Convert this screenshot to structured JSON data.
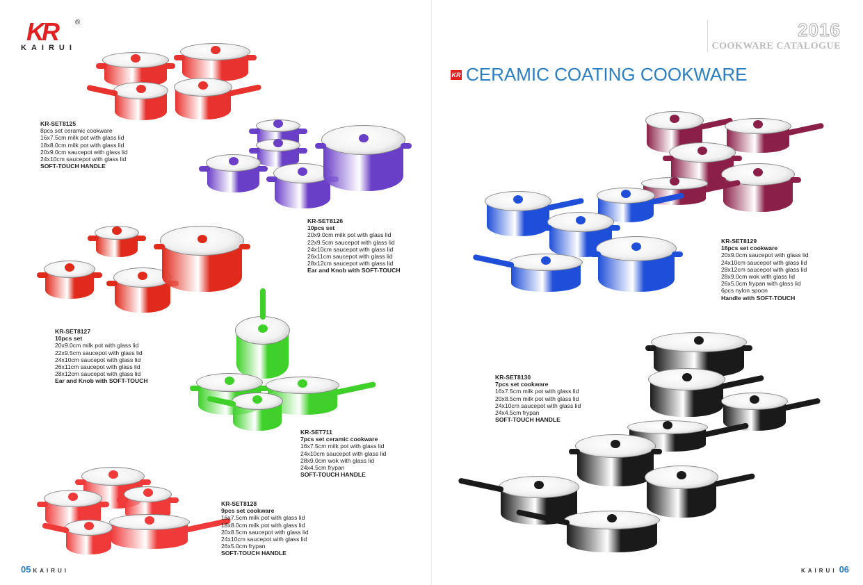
{
  "brand": {
    "mark": "KR",
    "registered": "®",
    "name": "KAIRUI"
  },
  "catalogue": {
    "year": "2016",
    "title": "COOKWARE CATALOGUE"
  },
  "section": {
    "icon": "KR",
    "title": "CERAMIC COATING COOKWARE"
  },
  "products": [
    {
      "code": "KR-SET8125",
      "lines": [
        "8pcs set ceramic cookware",
        "16x7.5cm milk pot with glass lid",
        "18x8.0cm milk pot with glass lid",
        "20x9.0cm saucepot with glass lid",
        "24x10cm saucepot with glass lid"
      ],
      "bold_note": "SOFT-TOUCH HANDLE",
      "color": "#e8322e"
    },
    {
      "code": "KR-SET8126",
      "subtitle": "10pcs set",
      "lines": [
        "20x9.0cm milk pot with glass lid",
        "22x9.5cm saucepot with glass lid",
        "24x10cm saucepot with glass lid",
        "26x11cm saucepot with glass lid",
        "28x12cm saucepot with glass lid"
      ],
      "bold_note": "Ear and Knob with SOFT-TOUCH",
      "color": "#6a3fc8"
    },
    {
      "code": "KR-SET8127",
      "subtitle": "10pcs set",
      "lines": [
        "20x9.0cm milk pot with glass lid",
        "22x9.5cm saucepot with glass lid",
        "24x10cm saucepot with glass lid",
        "26x11cm saucepot with glass lid",
        "28x12cm saucepot with glass lid"
      ],
      "bold_note": "Ear and Knob with SOFT-TOUCH",
      "color": "#e02a1c"
    },
    {
      "code": "KR-SET711",
      "subtitle": "7pcs set ceramic cookware",
      "lines": [
        "16x7.5cm milk pot with glass lid",
        "24x10cm saucepot with glass lid",
        "28x9.0cm wok with glass lid",
        "24x4.5cm frypan"
      ],
      "bold_note": "SOFT-TOUCH HANDLE",
      "color": "#3fd12a"
    },
    {
      "code": "KR-SET8128",
      "subtitle": "9pcs set cookware",
      "lines": [
        "16x7.5cm milk pot with glass lid",
        "18x8.0cm milk pot with glass lid",
        "20x8.5cm saucepot with glass lid",
        "24x10cm saucepot with glass lid",
        "26x5.0cm frypan"
      ],
      "bold_note": "SOFT-TOUCH HANDLE",
      "color": "#f03a3a"
    },
    {
      "code": "KR-SET8129",
      "subtitle": "16pcs set cookware",
      "lines": [
        "20x9.0cm saucepot with glass lid",
        "24x10cm saucepot with glass lid",
        "28x12cm saucepot with glass lid",
        "28x9.0cm wok with glass lid",
        "26x5.0cm frypan with glass lid",
        "6pcs nylon spoon"
      ],
      "bold_note": "Handle with SOFT-TOUCH",
      "color": "#1f4fd8",
      "color2": "#8a2048"
    },
    {
      "code": "KR-SET8130",
      "subtitle": "7pcs set cookware",
      "lines": [
        "16x7.5cm milk pot with glass lid",
        "20x8.5cm milk pot with glass lid",
        "24x10cm saucepot with glass lid",
        "24x4.5cm frypan"
      ],
      "bold_note": "SOFT-TOUCH HANDLE",
      "color": "#8a2048",
      "color2": "#1a1a1a"
    }
  ],
  "footer": {
    "left_page": "05",
    "right_page": "06",
    "brand": "KAIRUI"
  }
}
